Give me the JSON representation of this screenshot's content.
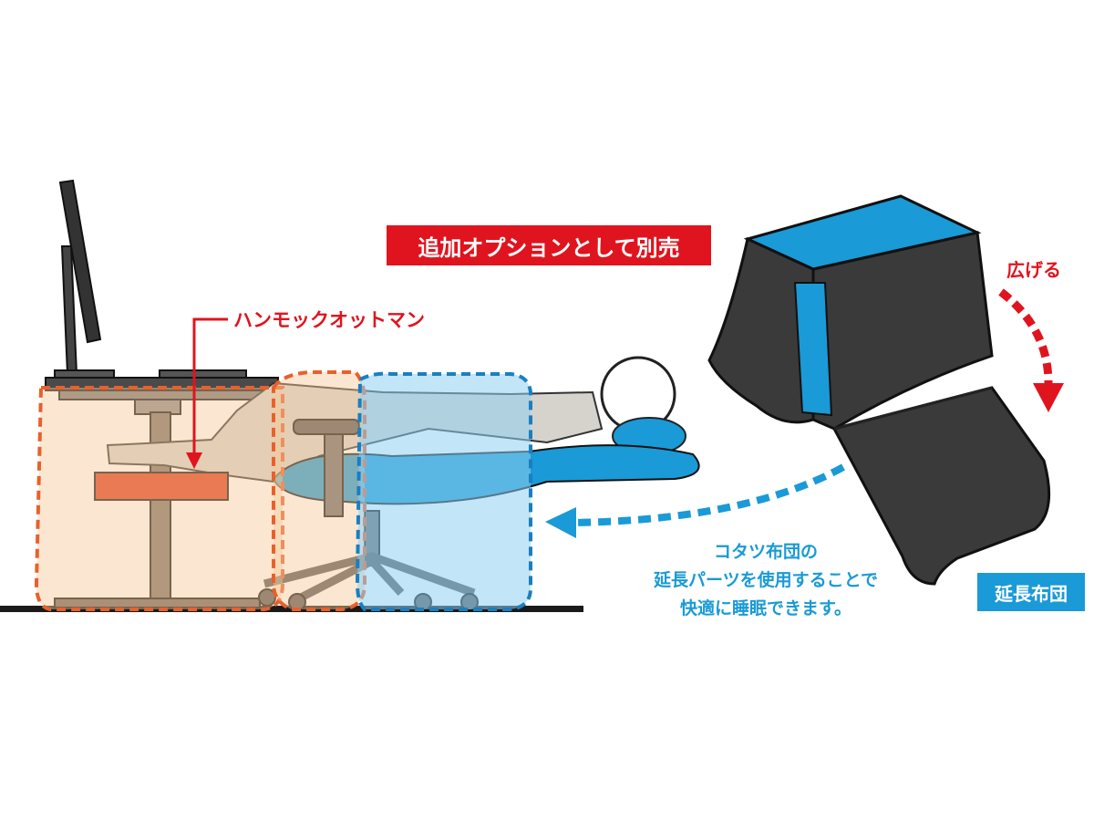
{
  "badges": {
    "sold_separately": "追加オプションとして別売",
    "extension_futon": "延長布団"
  },
  "labels": {
    "hammock_ottoman": "ハンモックオットマン",
    "spread": "広げる"
  },
  "description": {
    "line1": "コタツ布団の",
    "line2": "延長パーツを使用することで",
    "line3": "快適に睡眠できます。"
  },
  "colors": {
    "red": "#e0141e",
    "blue": "#1a9ad6",
    "orange": "#e8602c",
    "dark": "#3a3a3a"
  }
}
